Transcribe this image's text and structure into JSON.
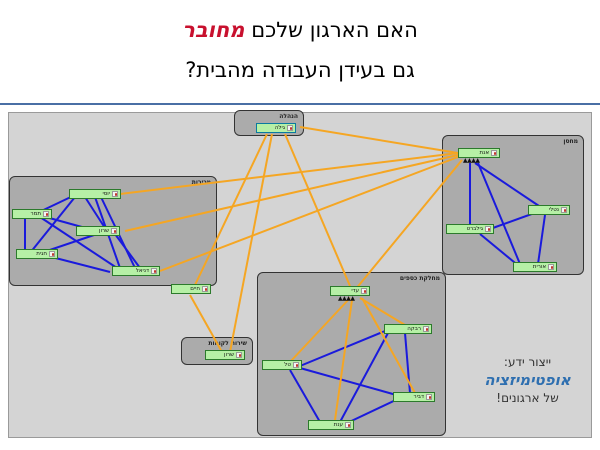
{
  "header": {
    "title_line1_prefix": "האם הארגון שלכם",
    "title_line1_highlight": "מחובר",
    "title_line2": "גם בעידן העבודה מהבית?"
  },
  "groups": {
    "management": "הנהלה",
    "warehouse": "מחסן",
    "sales": "מכירות",
    "finance": "מחלקת כספים",
    "customer_service": "שירות לקוחות"
  },
  "nodes": {
    "gila": "גילה",
    "anat": "אנת",
    "natali": "נטלי",
    "gilbert": "גילברט",
    "orit": "אורית",
    "yossi": "יוסי",
    "tamar": "תמר",
    "sharon1": "שרון",
    "hagit": "חגית",
    "daniel": "דניאל",
    "haim": "חיים",
    "sharon2": "שרון",
    "adi": "עדי",
    "rivka": "רבקה",
    "tal": "טל",
    "dvir": "דביר",
    "enat": "ענת"
  },
  "slogan": {
    "line1": "ייצור ידע:",
    "line2": "אופטימיזציה",
    "line3": "של ארגונים!"
  },
  "colors": {
    "edge_cross_group": "#f5a623",
    "edge_within_group": "#1a1adc",
    "node_fill": "#b6f0a6",
    "group_fill": "#ababab",
    "title_highlight": "#c8102e",
    "slogan_accent": "#2e6fb0"
  }
}
